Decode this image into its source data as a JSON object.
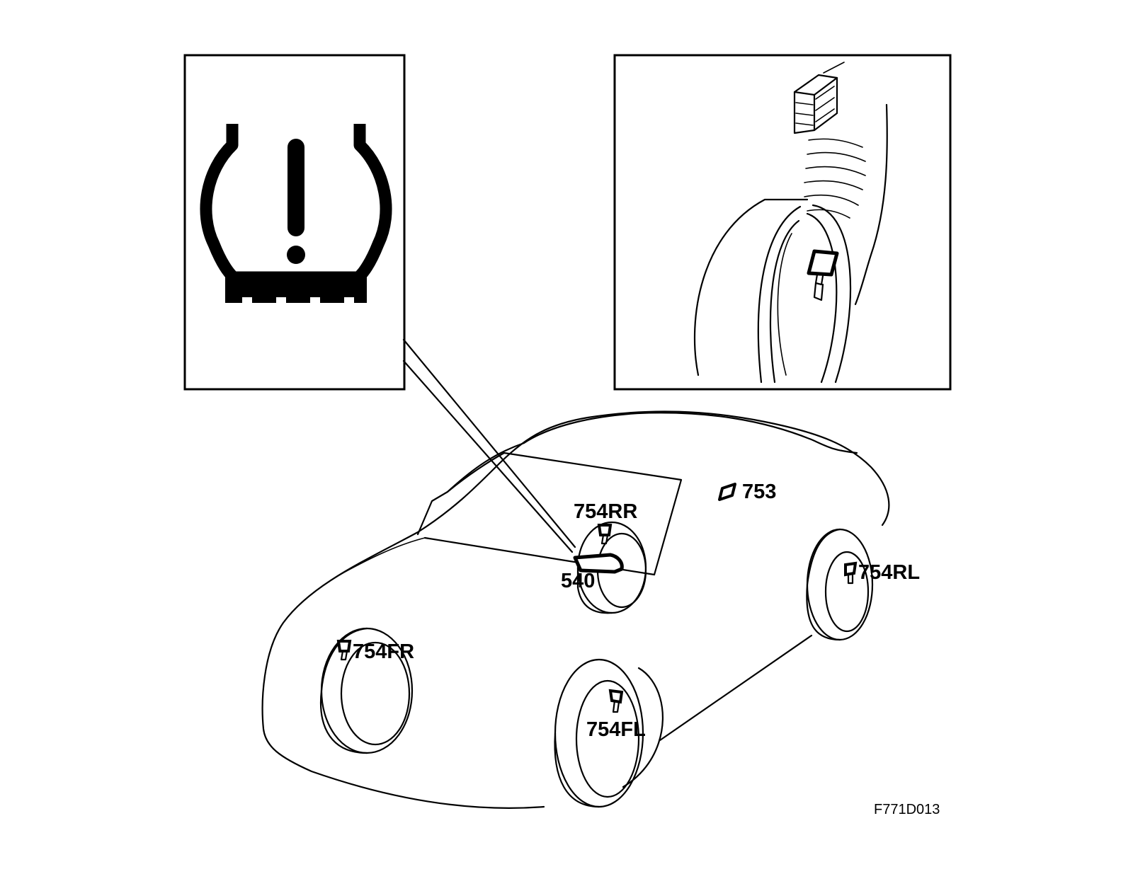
{
  "labels": {
    "rear_right_sensor": "754RR",
    "instrument_cluster": "540",
    "tpms_module": "753",
    "rear_left_sensor": "754RL",
    "front_right_sensor": "754FR",
    "front_left_sensor": "754FL"
  },
  "figure_id": "F771D013",
  "icons": {
    "warning_lamp": "tire-pressure-warning-icon",
    "module": "tpms-receiver-icon",
    "sensor": "tire-pressure-sensor-icon"
  },
  "colors": {
    "line": "#000000",
    "background": "#ffffff"
  }
}
